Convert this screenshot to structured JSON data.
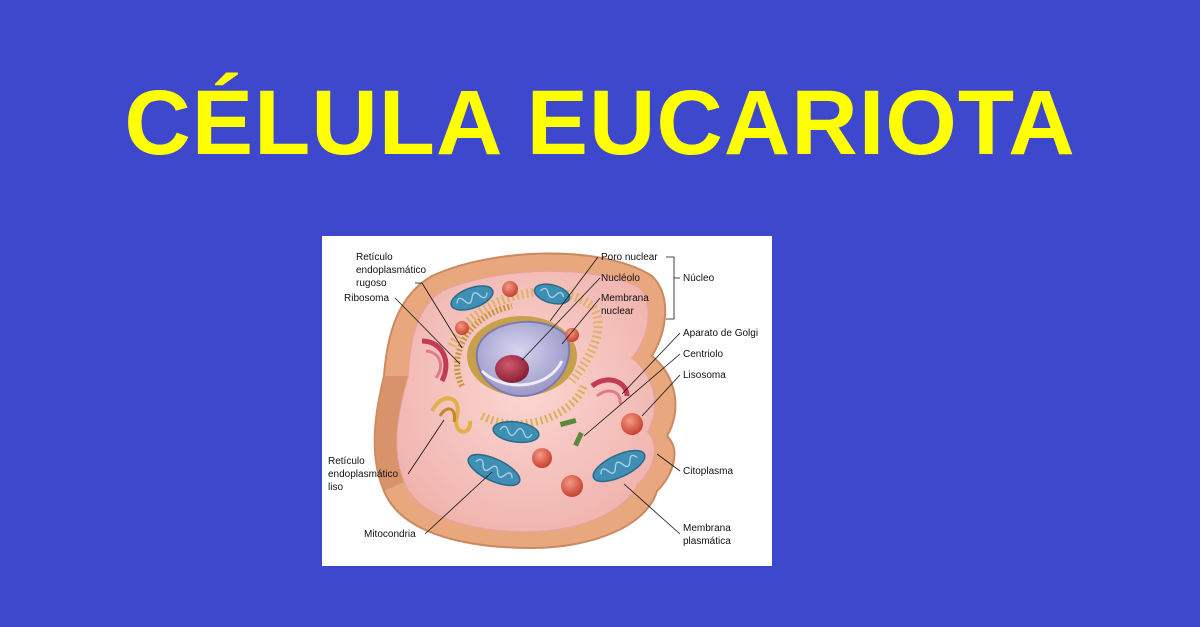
{
  "title": "CÉLULA EUCARIOTA",
  "diagram": {
    "labels": {
      "reticulo_rugoso": [
        "Retículo",
        "endoplasmático",
        "rugoso"
      ],
      "ribosoma": "Ribosoma",
      "poro_nuclear": "Poro nuclear",
      "nucleolo": "Nucléolo",
      "membrana_nuclear": [
        "Membrana",
        "nuclear"
      ],
      "nucleo": "Núcleo",
      "aparato_golgi": "Aparato de Golgi",
      "centriolo": "Centriolo",
      "lisosoma": "Lisosoma",
      "reticulo_liso": [
        "Retículo",
        "endoplasmático",
        "liso"
      ],
      "citoplasma": "Citoplasma",
      "mitocondria": "Mitocondria",
      "membrana_plasmatica": [
        "Membrana",
        "plasmática"
      ]
    }
  },
  "colors": {
    "background": "#3d48cc",
    "title": "#ffff00",
    "membrane": "#e9a77e",
    "cytoplasm": "#f6c4c0",
    "mitochondria": "#3f8fb4",
    "lysosome": "#e0533f",
    "nucleus": "#b5b3dc",
    "nucleolus": "#b0334a"
  }
}
